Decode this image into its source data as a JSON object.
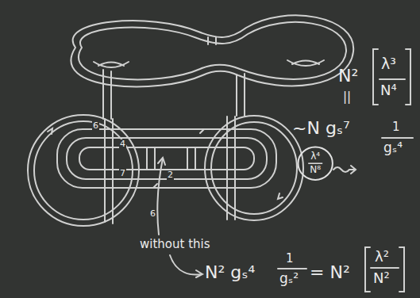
{
  "diagram": {
    "nodes": [
      {
        "text": [
          "λ⁴",
          "N⁸"
        ]
      }
    ],
    "labels": [
      "N²",
      "||",
      "λ³",
      "N⁴",
      "~N gₛ⁷",
      "1",
      "gₛ⁴",
      "without this",
      "N² gₛ⁴",
      "1",
      "gₛ²",
      "= N²",
      "λ²",
      "N²",
      "6",
      "4",
      "7",
      "2",
      "6"
    ]
  }
}
